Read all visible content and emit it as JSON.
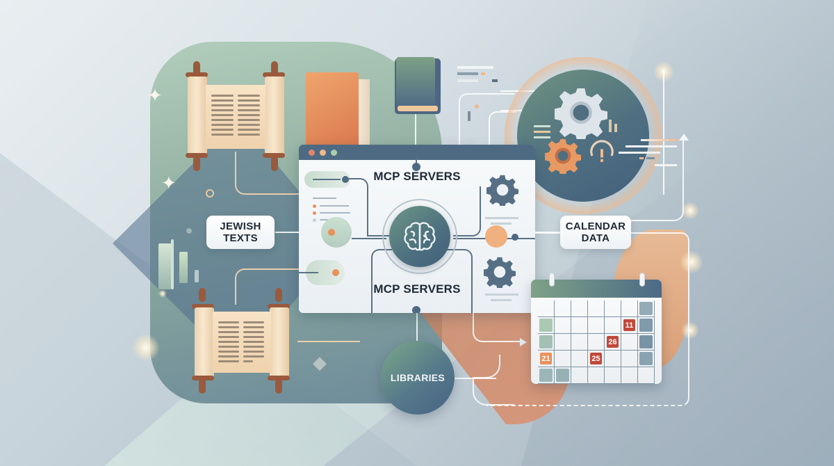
{
  "diagram": {
    "central_window": {
      "title_top": "MCP SERVERS",
      "title_bottom": "MCP SERVERS",
      "window_dots": [
        "#e0866a",
        "#f0b98c",
        "#a6cfae"
      ],
      "center_icon": "brain-icon"
    },
    "nodes": {
      "jewish_texts": {
        "line1": "JEWISH",
        "line2": "TEXTS"
      },
      "calendar_data": {
        "line1": "CALENDAR",
        "line2": "DATA"
      },
      "libraries": {
        "label": "LIBRARIES"
      }
    },
    "calendar": {
      "highlighted_dates": [
        {
          "label": "11",
          "row": 1,
          "col": 5,
          "color": "#c2483a"
        },
        {
          "label": "26",
          "row": 2,
          "col": 4,
          "color": "#c2483a"
        },
        {
          "label": "25",
          "row": 3,
          "col": 3,
          "color": "#c2483a"
        },
        {
          "label": "21",
          "row": 3,
          "col": 0,
          "color": "#e8915a"
        }
      ]
    },
    "icons": [
      "torah-scroll-icon",
      "book-icon",
      "gear-icon",
      "calendar-icon",
      "bar-chart-icon",
      "sparkle-icon"
    ],
    "colors": {
      "navy": "#4e6a83",
      "sage": "#7ea187",
      "peach": "#e8a06e",
      "terracotta": "#d9784f",
      "parchment": "#f3dcbb"
    }
  }
}
